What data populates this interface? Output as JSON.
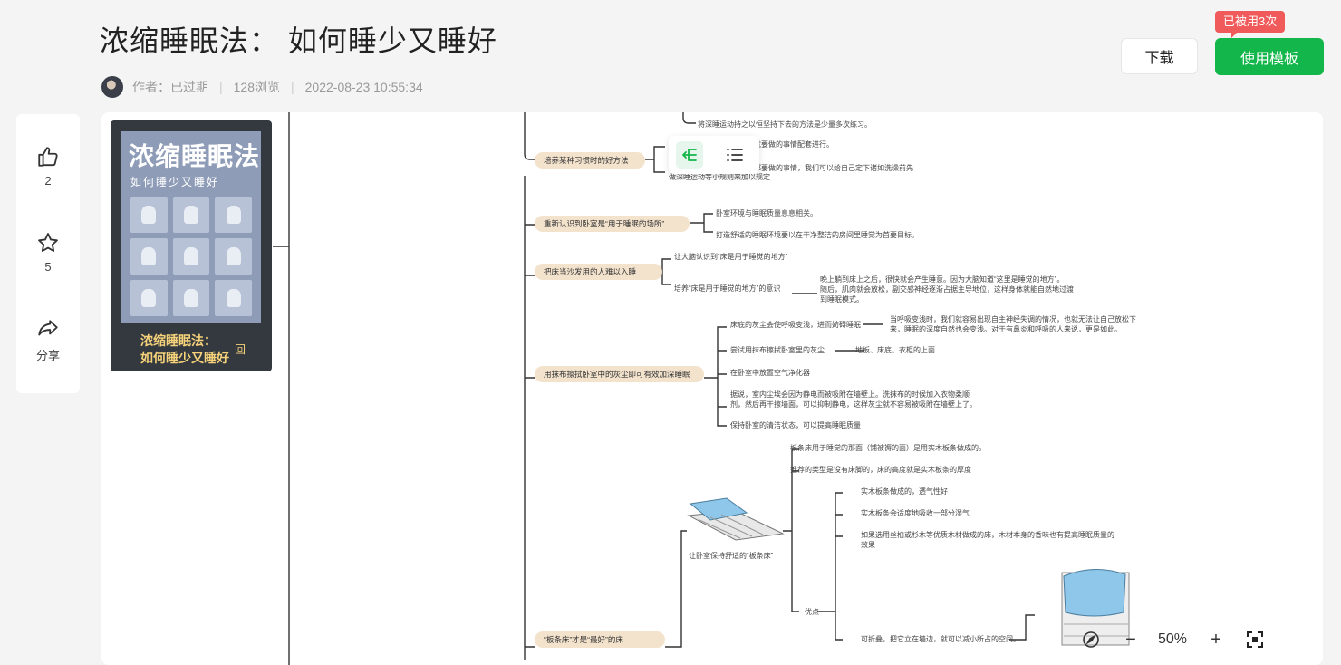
{
  "header": {
    "title": "浓缩睡眠法： 如何睡少又睡好",
    "author": "作者：已过期",
    "views": "128浏览",
    "date": "2022-08-23 10:55:34",
    "sep": "|"
  },
  "actions": {
    "download": "下载",
    "use_template": "使用模板",
    "used_badge": "已被用3次"
  },
  "sidebar": {
    "like_count": "2",
    "star_count": "5",
    "share_label": "分享"
  },
  "cover": {
    "big_title": "浓缩睡眠法",
    "subtitle": "如何睡少又睡好",
    "caption_line1": "浓缩睡眠法：",
    "caption_line2": "如何睡少又睡好",
    "icon_glyph": "回"
  },
  "zoom": {
    "level": "50%",
    "minus": "−",
    "plus": "+"
  },
  "mindmap": {
    "top_text": "将深睡运动持之以恒坚持下去的方法是少量多次练习。",
    "b1": {
      "label": "培养某种习惯时的好方法",
      "c1": "来就要做的事情配套进行。",
      "c2": "家都要做的事情，我们可以给自己定下诸如洗澡前先",
      "c3": "做深睡运动等小规则来加以规定"
    },
    "b2": {
      "label": "重新认识到卧室是“用于睡眠的场所”",
      "c1": "卧室环境与睡眠质量息息相关。",
      "c2": "打造舒适的睡眠环境要以在干净整洁的房间里睡觉为首要目标。"
    },
    "b3": {
      "label": "把床当沙发用的人难以入睡",
      "c1": "让大脑认识到“床是用于睡觉的地方”",
      "c2": "培养“床是用于睡觉的地方”的意识",
      "c2a": "晚上躺到床上之后，很快就会产生睡意。因为大脑知道“这里是睡觉的地方”。",
      "c2b": "随后，肌肉就会放松，副交感神经逐渐占据主导地位，这样身体就能自然地过渡",
      "c2c": "到睡眠模式。"
    },
    "b4": {
      "label": "用抹布擦拭卧室中的灰尘即可有效加深睡眠",
      "c1": "床底的灰尘会使呼吸变浅，进而妨碍睡眠",
      "c1a": "当呼吸变浅时，我们就容易出现自主神经失调的情况，也就无法让自己放松下",
      "c1b": "来，睡眠的深度自然也会变浅。对于有鼻炎和呼吸的人来说，更是如此。",
      "c2": "尝试用抹布擦拭卧室里的灰尘",
      "c2a": "地板、床底、衣柜的上面",
      "c3": "在卧室中放置空气净化器",
      "c4a": "据说，室内尘埃会因为静电而被吸附在墙壁上。洗抹布的时候加入衣物柔顺",
      "c4b": "剂，然后再干擦墙面，可以抑制静电，这样灰尘就不容易被吸附在墙壁上了。",
      "c5": "保持卧室的清洁状态，可以提高睡眠质量"
    },
    "b5": {
      "label": "“板条床”才是“最好”的床",
      "img_caption": "让卧室保持舒适的“板条床”",
      "c1": "板条床用于睡觉的那面（铺被褥的面）是用实木板条做成的。",
      "c2": "推荐的类型是没有床脚的，床的高度就是实木板条的厚度",
      "adv": "优点",
      "a1": "实木板条做成的，透气性好",
      "a2": "实木板条会适度地吸收一部分湿气",
      "a3a": "如果选用丝柏或杉木等优质木材做成的床，木材本身的香味也有提高睡眠质量的",
      "a3b": "效果",
      "a4": "可折叠，把它立在墙边，就可以减小所占的空间。"
    }
  },
  "colors": {
    "accent_green": "#13b64a",
    "badge_red": "#f05a5a",
    "node_fill": "#f3e3cd",
    "line": "#333333"
  }
}
